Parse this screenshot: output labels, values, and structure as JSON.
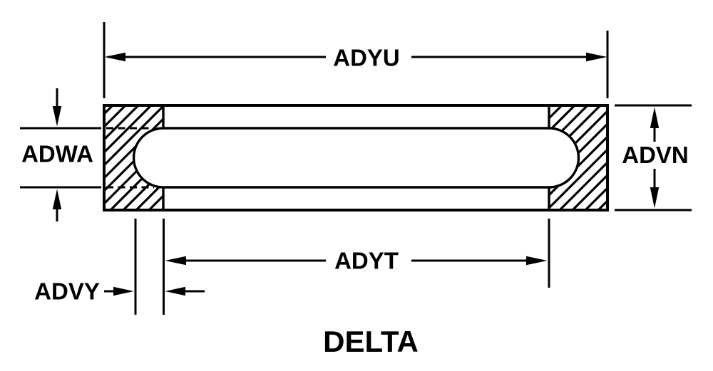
{
  "drawing": {
    "title": "DELTA",
    "labels": {
      "overall_width": "ADYU",
      "slot_height": "ADWA",
      "overall_height": "ADVN",
      "slot_straight_width": "ADYT",
      "end_radius_offset": "ADVY"
    },
    "colors": {
      "ink": "#000000",
      "background": "#ffffff"
    }
  }
}
